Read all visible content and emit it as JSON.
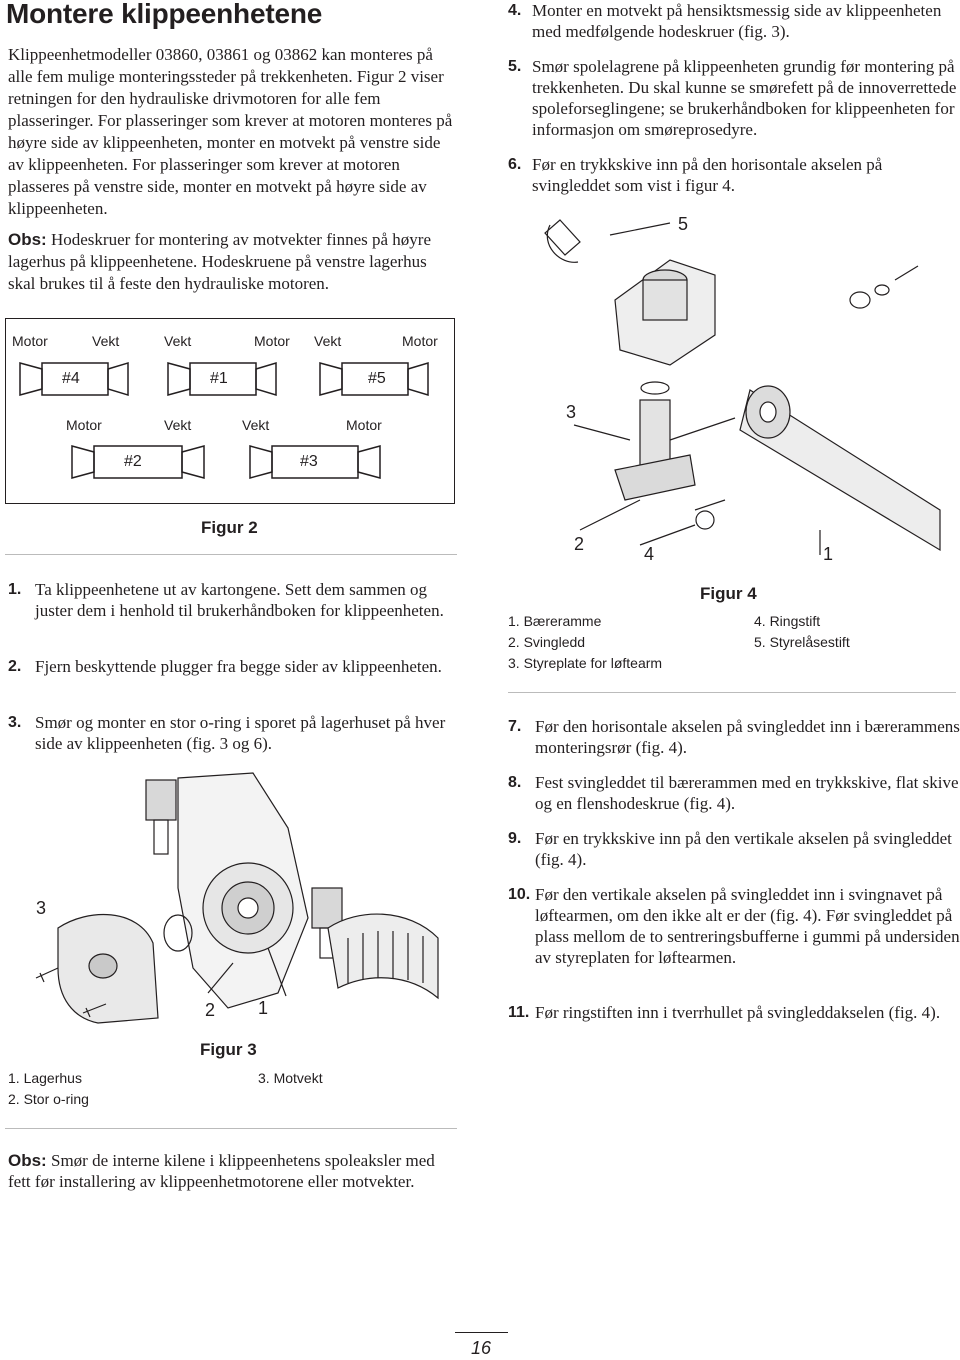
{
  "title": "Montere klippeenhetene",
  "intro": "Klippeenhetmodeller 03860, 03861 og 03862 kan monteres på alle fem mulige monteringssteder på trekkenheten. Figur 2 viser retningen for den hydrauliske drivmotoren for alle fem plasseringer. For plasseringer som krever at motoren monteres på høyre side av klippeenheten, monter en motvekt på venstre side av klippeenheten. For plasseringer som krever at motoren plasseres på venstre side, monter en motvekt på høyre side av klippeenheten.",
  "note1": {
    "label": "Obs:",
    "text": " Hodeskruer for montering av motvekter finnes på høyre lagerhus på klippeenhetene. Hodeskruene på venstre lagerhus skal brukes til å feste den hydrauliske motoren."
  },
  "figure2": {
    "caption": "Figur 2",
    "row1_labels": [
      "Motor",
      "Vekt",
      "Vekt",
      "Motor",
      "Vekt",
      "Motor"
    ],
    "row2_labels": [
      "Motor",
      "Vekt",
      "Vekt",
      "Motor"
    ],
    "units": [
      "#4",
      "#1",
      "#5",
      "#2",
      "#3"
    ]
  },
  "steps_left": [
    {
      "num": "1.",
      "text": "Ta klippeenhetene ut av kartongene. Sett dem sammen og juster dem i henhold til brukerhåndboken for klippeenheten."
    },
    {
      "num": "2.",
      "text": "Fjern beskyttende plugger fra begge sider av klippeenheten."
    },
    {
      "num": "3.",
      "text": "Smør og monter en stor o-ring i sporet på lagerhuset på hver side av klippeenheten (fig. 3 og 6)."
    }
  ],
  "figure3": {
    "caption": "Figur 3",
    "callouts": [
      "3",
      "2",
      "1"
    ],
    "legend": [
      "1.  Lagerhus",
      "2.  Stor o-ring",
      "3.  Motvekt"
    ]
  },
  "note2": {
    "label": "Obs:",
    "text": " Smør de interne kilene i klippeenhetens spoleaksler med fett før installering av klippeenhetmotorene eller motvekter."
  },
  "steps_right_top": [
    {
      "num": "4.",
      "text": "Monter en motvekt på hensiktsmessig side av klippeenheten med medfølgende hodeskruer (fig. 3)."
    },
    {
      "num": "5.",
      "text": "Smør spolelagrene på klippeenheten grundig før montering på trekkenheten. Du skal kunne se smørefett på de innoverrettede spoleforseglingene; se brukerhåndboken for klippeenheten for informasjon om smøreprosedyre."
    },
    {
      "num": "6.",
      "text": "Før en trykkskive inn på den horisontale akselen på svingleddet som vist i figur 4."
    }
  ],
  "figure4": {
    "caption": "Figur 4",
    "callouts": [
      "5",
      "3",
      "2",
      "4",
      "1"
    ],
    "legend_left": [
      "1.  Bæreramme",
      "2.  Svingledd",
      "3.  Styreplate for løftearm"
    ],
    "legend_right": [
      "4.  Ringstift",
      "5.  Styrelåsestift"
    ]
  },
  "steps_right_bottom": [
    {
      "num": "7.",
      "text": "Før den horisontale akselen på svingleddet inn i bærerammens monteringsrør (fig. 4)."
    },
    {
      "num": "8.",
      "text": "Fest svingleddet til bærerammen med en trykkskive, flat skive og en flenshodeskrue (fig. 4)."
    },
    {
      "num": "9.",
      "text": "Før en trykkskive inn på den vertikale akselen på svingleddet (fig. 4)."
    },
    {
      "num": "10.",
      "text": "Før den vertikale akselen på svingleddet inn i svingnavet på løftearmen, om den ikke alt er der (fig. 4). Før svingleddet på plass mellom de to sentreringsbufferne i gummi på undersiden av styreplaten for løftearmen."
    },
    {
      "num": "11.",
      "text": "Før ringstiften inn i tverrhullet på svingleddakselen (fig. 4)."
    }
  ],
  "page_number": "16"
}
